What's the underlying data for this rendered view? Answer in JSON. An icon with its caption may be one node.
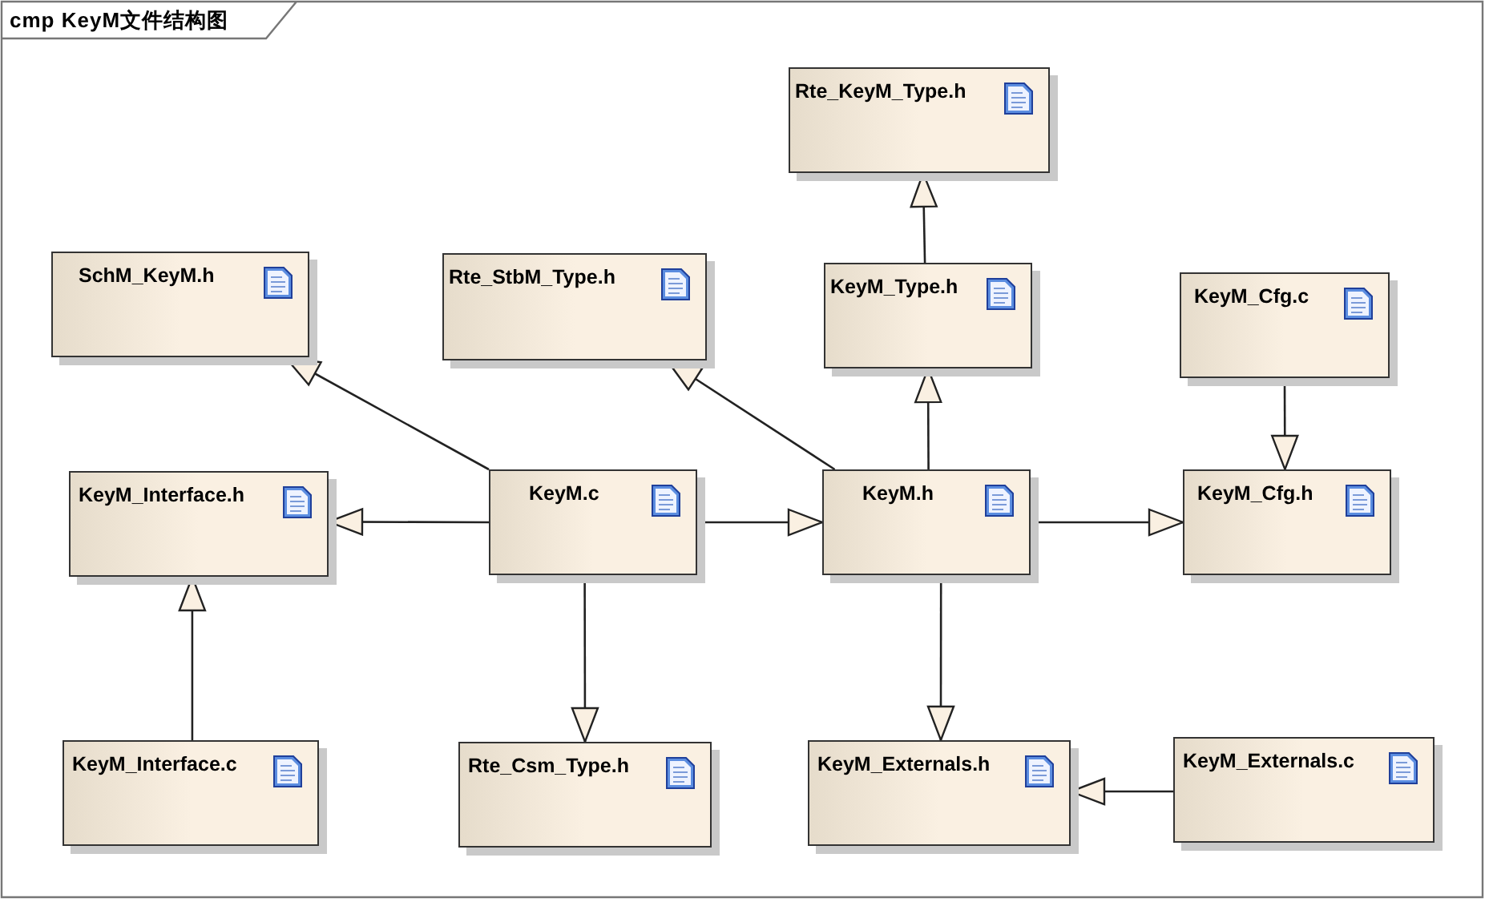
{
  "diagram": {
    "title": "cmp KeyM文件结构图",
    "nodes": [
      {
        "text": [
          "Rte_KeyM_Type.h"
        ]
      },
      {
        "text": [
          "SchM_KeyM.h"
        ]
      },
      {
        "text": [
          "Rte_StbM_Type.h"
        ]
      },
      {
        "text": [
          "KeyM_Type.h"
        ]
      },
      {
        "text": [
          "KeyM_Cfg.c"
        ]
      },
      {
        "text": [
          "KeyM_Interface.h"
        ]
      },
      {
        "text": [
          "KeyM.c"
        ]
      },
      {
        "text": [
          "KeyM.h"
        ]
      },
      {
        "text": [
          "KeyM_Cfg.h"
        ]
      },
      {
        "text": [
          "KeyM_Interface.c"
        ]
      },
      {
        "text": [
          "Rte_Csm_Type.h"
        ]
      },
      {
        "text": [
          "KeyM_Externals.h"
        ]
      },
      {
        "text": [
          "KeyM_Externals.c"
        ]
      }
    ],
    "edges": [
      {
        "from": 6,
        "to": 1,
        "arrow": "to"
      },
      {
        "from": 7,
        "to": 2,
        "arrow": "to"
      },
      {
        "from": 3,
        "to": 0,
        "arrow": "to"
      },
      {
        "from": 7,
        "to": 3,
        "arrow": "to"
      },
      {
        "from": 4,
        "to": 8,
        "arrow": "to"
      },
      {
        "from": 6,
        "to": 5,
        "arrow": "to"
      },
      {
        "from": 6,
        "to": 7,
        "arrow": "to"
      },
      {
        "from": 7,
        "to": 8,
        "arrow": "to"
      },
      {
        "from": 9,
        "to": 5,
        "arrow": "to"
      },
      {
        "from": 6,
        "to": 10,
        "arrow": "to"
      },
      {
        "from": 7,
        "to": 11,
        "arrow": "to"
      },
      {
        "from": 12,
        "to": 11,
        "arrow": "to"
      }
    ]
  }
}
